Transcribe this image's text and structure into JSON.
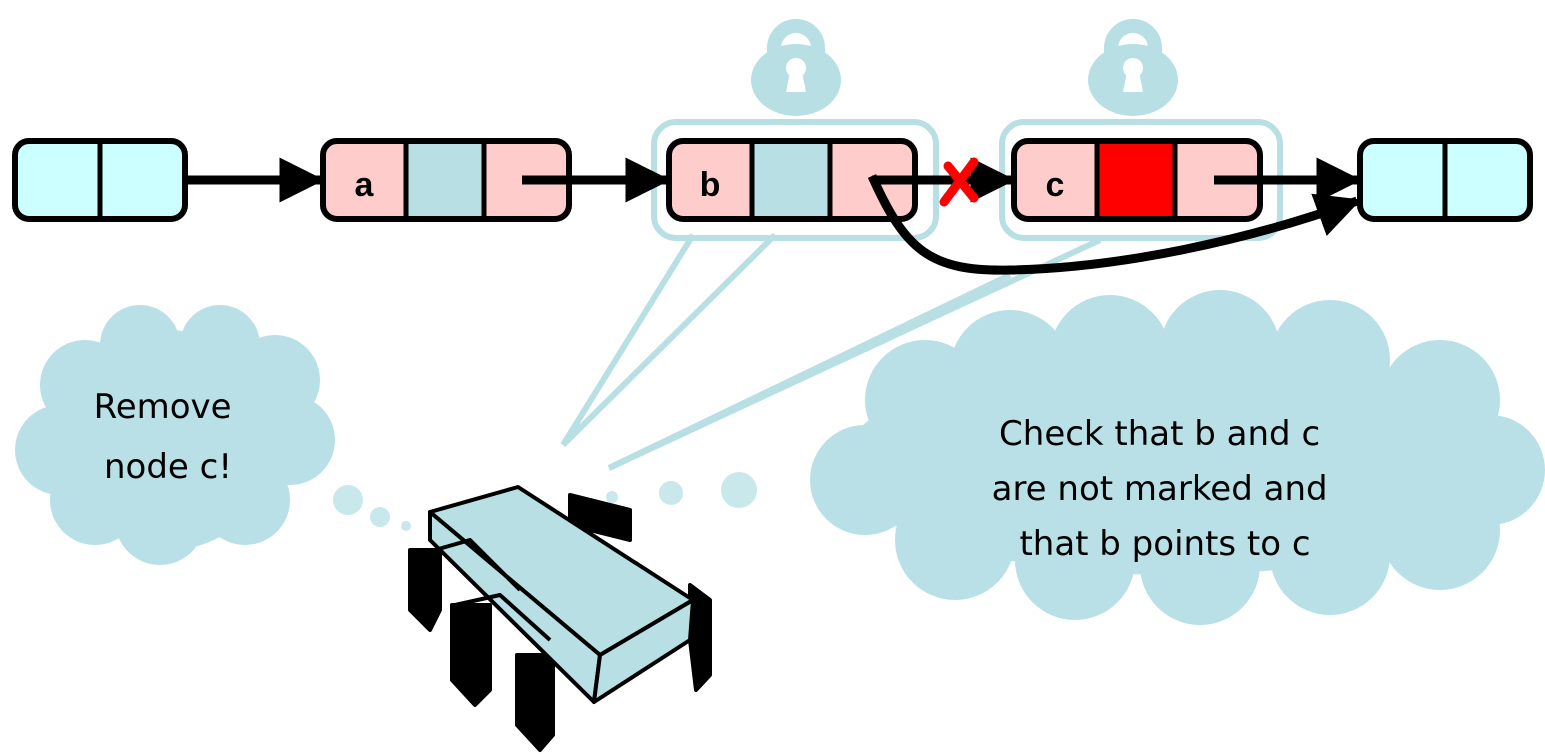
{
  "nodes": {
    "head": {
      "key": ""
    },
    "a": {
      "key": "a"
    },
    "b": {
      "key": "b"
    },
    "c": {
      "key": "c"
    },
    "tail": {
      "key": ""
    }
  },
  "thoughts": {
    "left": {
      "lines": [
        "Remove",
        "node c!"
      ]
    },
    "right": {
      "lines": [
        "Check that b and c",
        "are not marked and",
        "that b points to c"
      ]
    }
  },
  "colors": {
    "sentinel_fill": "#ccffff",
    "node_fill": "#ffcccc",
    "mark_unset": "#b8dfe3",
    "mark_set": "#ff0000",
    "lock_halo": "#b8dfe3",
    "cross": "#ff0000"
  },
  "icons": [
    "lock-icon",
    "lock-icon",
    "cross-icon",
    "thread-table-icon"
  ]
}
